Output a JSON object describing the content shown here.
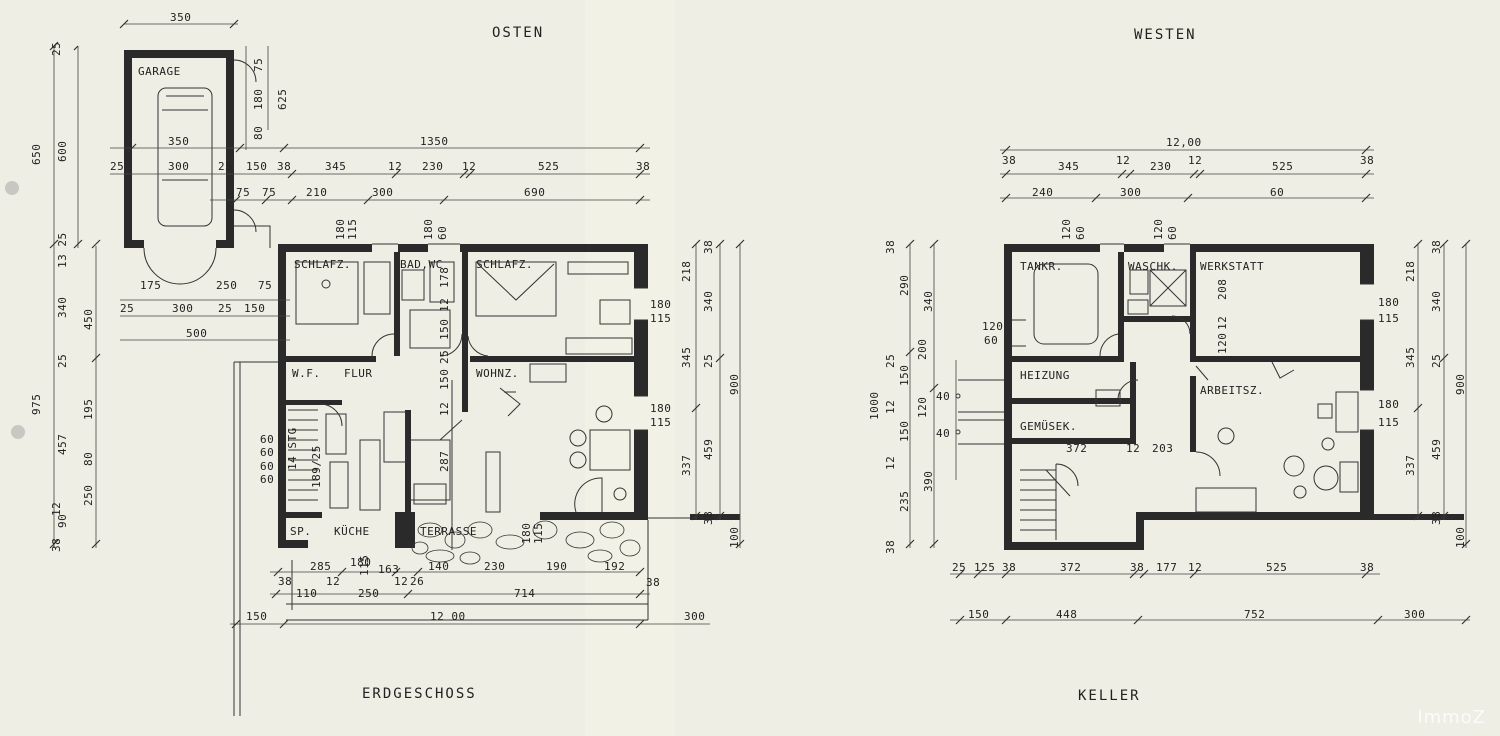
{
  "orientation": {
    "east": "OSTEN",
    "west": "WESTEN"
  },
  "floors": {
    "ground": {
      "title": "ERDGESCHOSS",
      "rooms": [
        "GARAGE",
        "SCHLAFZ.",
        "BAD,WC",
        "SCHLAFZ.",
        "W.F.",
        "FLUR",
        "WOHNZ.",
        "SP.",
        "KÜCHE",
        "TERRASSE"
      ],
      "stair": "14 STG",
      "stair_ratio": "189/25",
      "dims_top": [
        "350",
        "1350",
        "350",
        "25",
        "300",
        "25",
        "150",
        "38",
        "345",
        "12",
        "230",
        "12",
        "525",
        "38",
        "75",
        "75",
        "210",
        "300",
        "690"
      ],
      "dims_left": [
        "25",
        "650",
        "600",
        "13 25",
        "340",
        "450",
        "25",
        "975",
        "195",
        "457",
        "80",
        "250",
        "12",
        "90",
        "38"
      ],
      "dims_right": [
        "38",
        "218",
        "180",
        "115",
        "340",
        "345",
        "25",
        "900",
        "180",
        "115",
        "459",
        "337",
        "38",
        "100"
      ],
      "dims_bottom": [
        "285",
        "180",
        "115",
        "163",
        "140",
        "230",
        "190",
        "192",
        "38",
        "110",
        "12",
        "250",
        "12",
        "26",
        "714",
        "38",
        "150",
        "12 00",
        "300"
      ],
      "dims_misc": [
        "175",
        "250",
        "75",
        "25",
        "300",
        "25",
        "150",
        "500",
        "180",
        "115",
        "180",
        "60",
        "178",
        "12",
        "150",
        "25",
        "150",
        "12",
        "287",
        "180",
        "115",
        "60",
        "60",
        "60",
        "60",
        "75",
        "180",
        "80",
        "625",
        "75"
      ]
    },
    "basement": {
      "title": "KELLER",
      "rooms": [
        "TANKR.",
        "WASCHK.",
        "WERKSTATT",
        "HEIZUNG",
        "ARBEITSZ.",
        "GEMÜSEK."
      ],
      "dims_top": [
        "12,00",
        "38",
        "345",
        "12",
        "230",
        "12",
        "525",
        "38",
        "240",
        "300",
        "60"
      ],
      "dims_left": [
        "38",
        "290",
        "340",
        "25",
        "200",
        "150",
        "1000",
        "12",
        "120",
        "150",
        "12",
        "390",
        "235",
        "38"
      ],
      "dims_right": [
        "38",
        "218",
        "180",
        "115",
        "340",
        "345",
        "25",
        "900",
        "180",
        "115",
        "459",
        "337",
        "38",
        "100"
      ],
      "dims_bottom": [
        "25",
        "125",
        "38",
        "372",
        "38",
        "177",
        "12",
        "525",
        "38",
        "150",
        "448",
        "752",
        "300"
      ],
      "dims_misc": [
        "120",
        "60",
        "120",
        "60",
        "120",
        "60",
        "208",
        "12",
        "120",
        "40",
        "40",
        "372",
        "12",
        "203"
      ]
    }
  },
  "watermark": "ImmoZ"
}
